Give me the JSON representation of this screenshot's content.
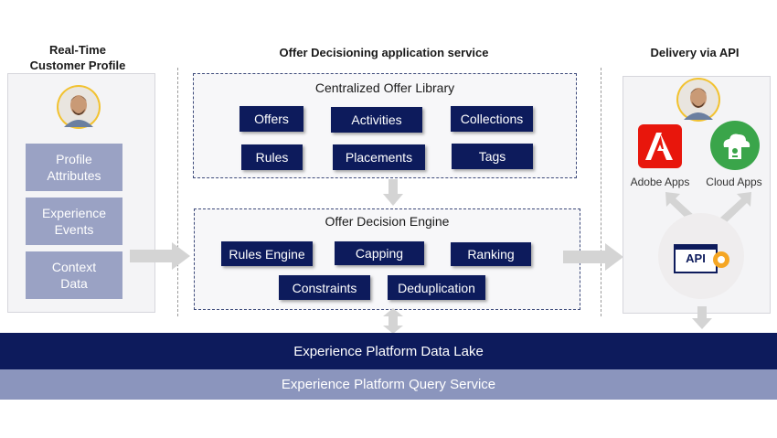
{
  "headings": {
    "profile": "Real-Time\nCustomer Profile",
    "service": "Offer Decisioning application service",
    "delivery": "Delivery via API"
  },
  "profile_items": [
    "Profile\nAttributes",
    "Experience\nEvents",
    "Context\nData"
  ],
  "library": {
    "title": "Centralized Offer Library",
    "items": [
      "Offers",
      "Activities",
      "Collections",
      "Rules",
      "Placements",
      "Tags"
    ]
  },
  "engine": {
    "title": "Offer Decision Engine",
    "items": [
      "Rules Engine",
      "Capping",
      "Ranking",
      "Constraints",
      "Deduplication"
    ]
  },
  "delivery": {
    "adobe_label": "Adobe Apps",
    "cloud_label": "Cloud Apps",
    "api_label": "API"
  },
  "bars": {
    "data_lake": "Experience Platform Data Lake",
    "query_service": "Experience Platform Query Service"
  },
  "icons": {
    "adobe": "adobe-logo-icon",
    "cloud": "cloud-apps-icon",
    "api": "api-gear-icon",
    "avatar": "customer-avatar"
  },
  "colors": {
    "dark_navy": "#0d1b5c",
    "bar_light": "#8b95bd",
    "adobe_red": "#e8160c",
    "cloud_green": "#3aa54a",
    "arrow_gray": "#d4d4d4"
  }
}
